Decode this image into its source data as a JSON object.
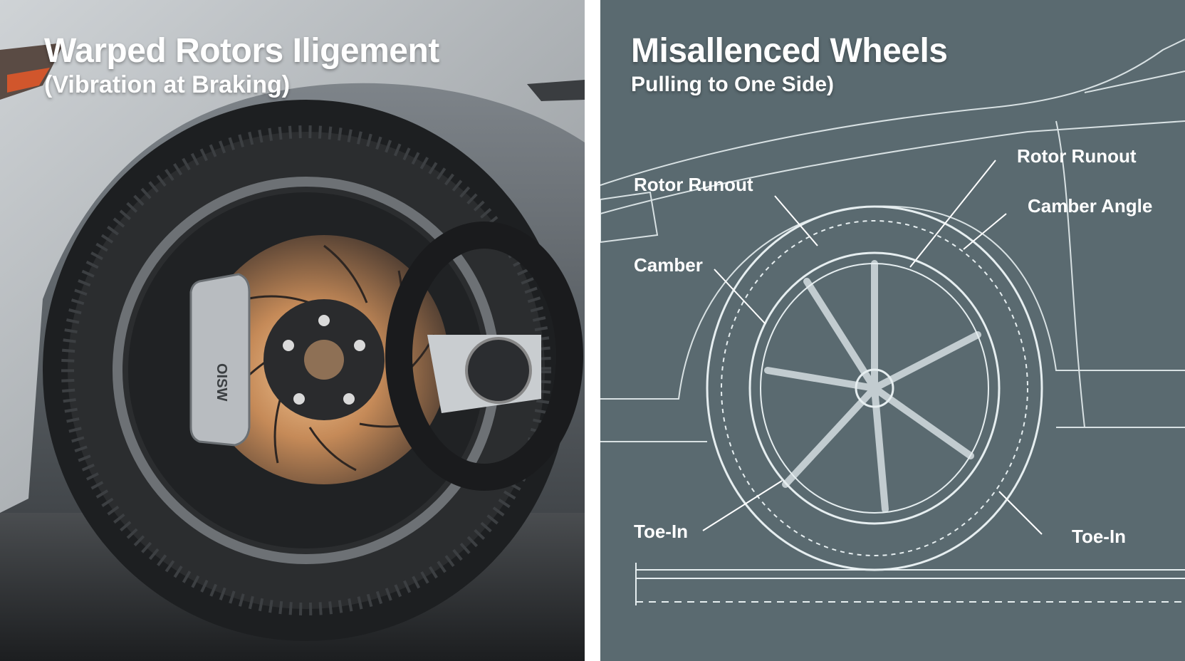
{
  "left_panel": {
    "title": "Warped Rotors Iligement",
    "subtitle": "(Vibration at Braking)",
    "caliper_marking": "OISW"
  },
  "right_panel": {
    "title": "Misallenced Wheels",
    "subtitle": "Pulling to One Side)",
    "callouts": {
      "rotor_runout_left": "Rotor Runout",
      "rotor_runout_right": "Rotor Runout",
      "camber_angle": "Camber Angle",
      "camber": "Camber",
      "toe_in_left": "Toe-In",
      "toe_in_right": "Toe-In"
    }
  },
  "colors": {
    "blueprint_bg": "#5a6a70",
    "line": "#e6eef0",
    "rotor_glow": "#d59a62",
    "caliper": "#b8bcc0"
  }
}
